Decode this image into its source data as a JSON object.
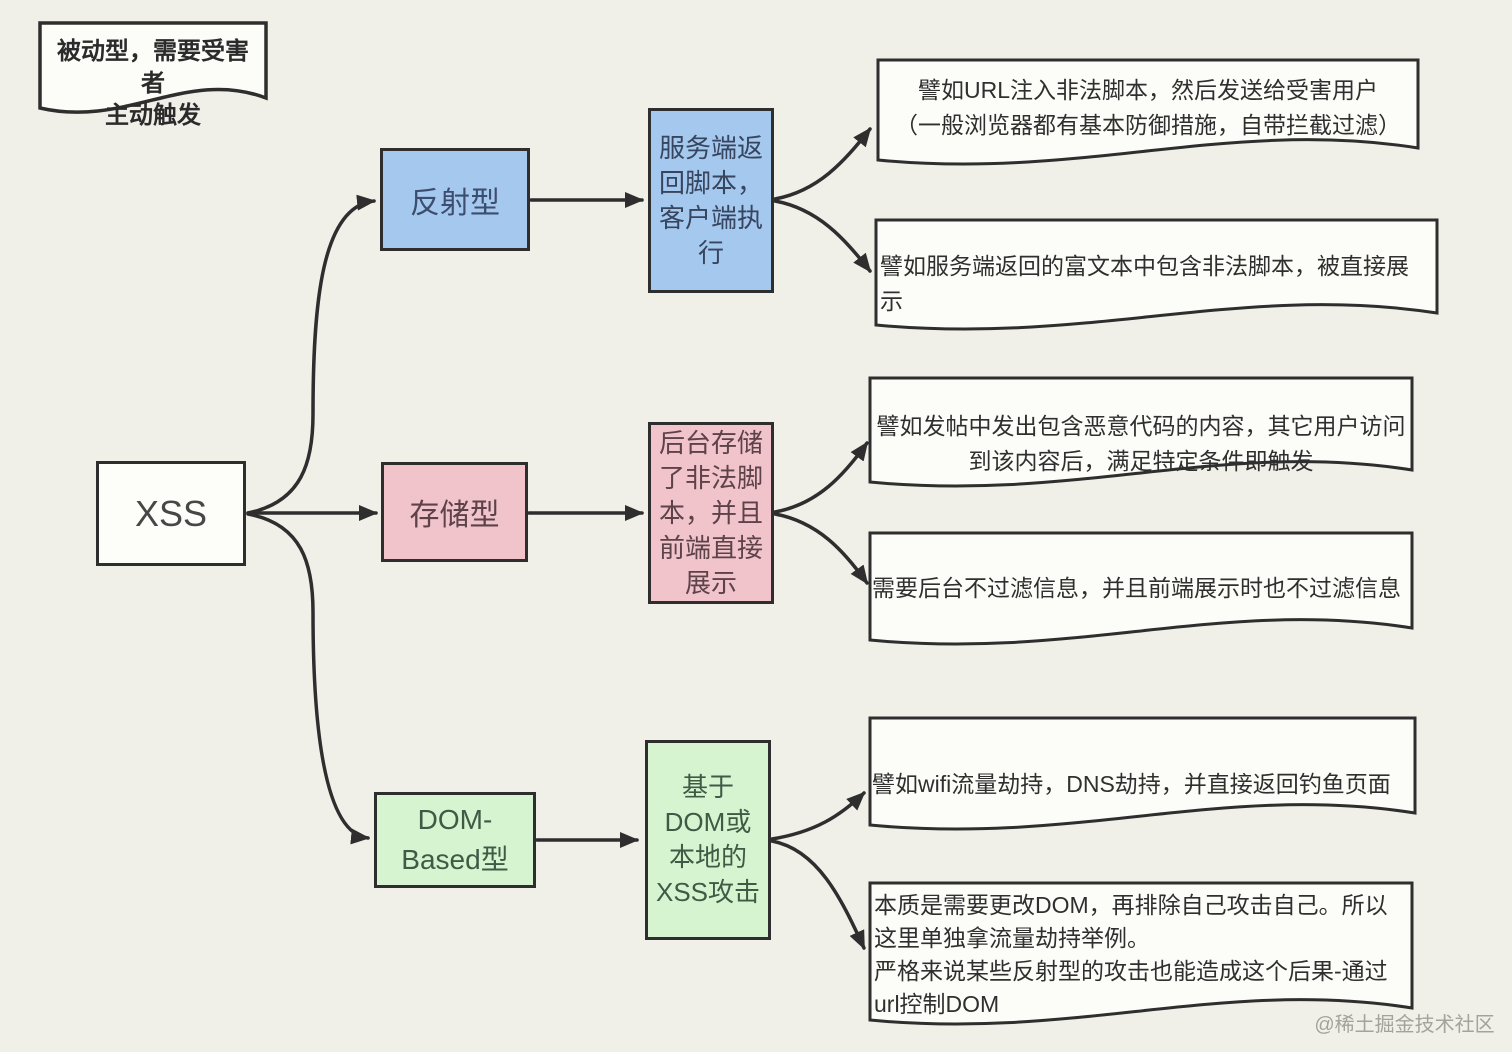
{
  "diagram": {
    "banner": {
      "lines": [
        "被动型，需要受害者",
        "主动触发"
      ]
    },
    "root_label": "XSS",
    "watermark": "@稀土掘金技术社区",
    "colors": {
      "background": "#f0efe8",
      "stroke": "#2e2e2e",
      "reflected_fill": "#a5c8ef",
      "stored_fill": "#f1c3cb",
      "dom_fill": "#d6f4d0",
      "note_fill": "#fcfcf8"
    },
    "branches": [
      {
        "label": "反射型",
        "detail_lines": [
          "服务端返",
          "回脚本，",
          "客户端执",
          "行"
        ],
        "notes": [
          {
            "lines": [
              "譬如URL注入非法脚本，然后发送给受害用户",
              "（一般浏览器都有基本防御措施，自带拦截过滤）"
            ]
          },
          {
            "lines": [
              "譬如服务端返回的富文本中包含非法脚本，被直接展",
              "示"
            ]
          }
        ]
      },
      {
        "label": "存储型",
        "detail_lines": [
          "后台存储",
          "了非法脚",
          "本，并且",
          "前端直接",
          "展示"
        ],
        "notes": [
          {
            "lines": [
              "譬如发帖中发出包含恶意代码的内容，其它用户访问",
              "到该内容后，满足特定条件即触发"
            ]
          },
          {
            "lines": [
              "需要后台不过滤信息，并且前端展示时也不过滤信息"
            ]
          }
        ]
      },
      {
        "label_lines": [
          "DOM-",
          "Based型"
        ],
        "detail_lines": [
          "基于",
          "DOM或",
          "本地的",
          "XSS攻击"
        ],
        "notes": [
          {
            "lines": [
              "譬如wifi流量劫持，DNS劫持，并直接返回钓鱼页面"
            ]
          },
          {
            "lines": [
              "本质是需要更改DOM，再排除自己攻击自己。所以",
              "这里单独拿流量劫持举例。",
              "严格来说某些反射型的攻击也能造成这个后果-通过",
              "url控制DOM"
            ]
          }
        ]
      }
    ]
  }
}
